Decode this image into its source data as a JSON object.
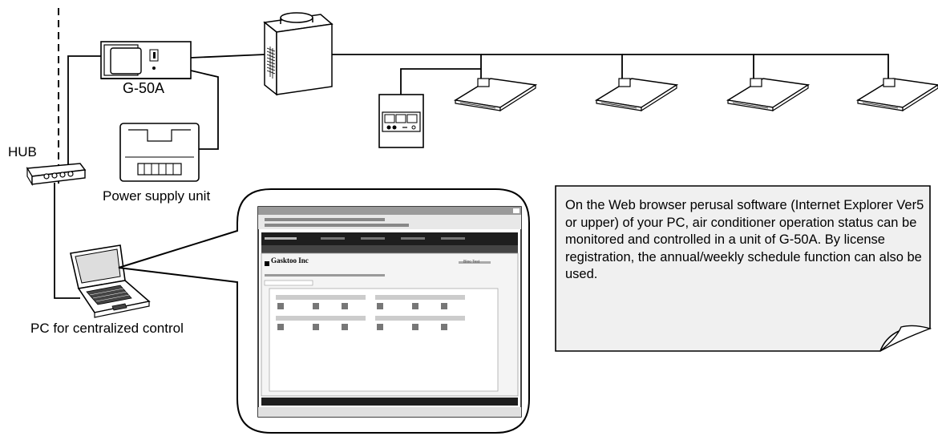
{
  "labels": {
    "controller": "G-50A",
    "hub": "HUB",
    "power_supply": "Power supply unit",
    "pc": "PC for centralized control"
  },
  "note": {
    "text": "On the Web browser perusal software (Internet Explorer Ver5 or upper) of your PC, air conditioner operation status can be monitored and controlled in a unit of G-50A. By license registration, the annual/weekly schedule function can also be used."
  },
  "browser_screenshot": {
    "app_name": "Gasktoo Inc",
    "status_link": "Bloc Test"
  },
  "colors": {
    "line": "#000000",
    "note_fill": "#f0f0f0",
    "device_fill": "#ffffff",
    "screen_fill": "#d8d8d8"
  }
}
